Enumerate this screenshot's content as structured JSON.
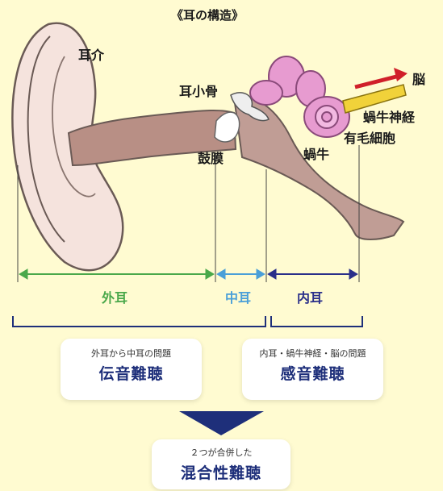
{
  "title": "《耳の構造》",
  "labels": {
    "auricle": "耳介",
    "ossicles": "耳小骨",
    "eardrum": "鼓膜",
    "cochlea": "蝸牛",
    "cochlear_nerve": "蝸牛神経",
    "hair_cells": "有毛細胞",
    "brain": "脳"
  },
  "sections": {
    "outer": "外耳",
    "middle": "中耳",
    "inner": "内耳"
  },
  "cards": {
    "conductive": {
      "sub": "外耳から中耳の問題",
      "main": "伝音難聴"
    },
    "sensorineural": {
      "sub": "内耳・蝸牛神経・脳の問題",
      "main": "感音難聴"
    },
    "mixed": {
      "sub": "２つが合併した",
      "main": "混合性難聴"
    }
  },
  "colors": {
    "background": "#fffbd1",
    "outer_ear": "#4aa84a",
    "middle_ear": "#4a9fd8",
    "inner_ear": "#2a2f8a",
    "bracket": "#1e2f7a",
    "cochlea": "#e79bd0",
    "ear_skin": "#f5e3dd",
    "ear_canal": "#b88f85",
    "nerve": "#f1d23a",
    "brain_arrow": "#d0202a"
  }
}
